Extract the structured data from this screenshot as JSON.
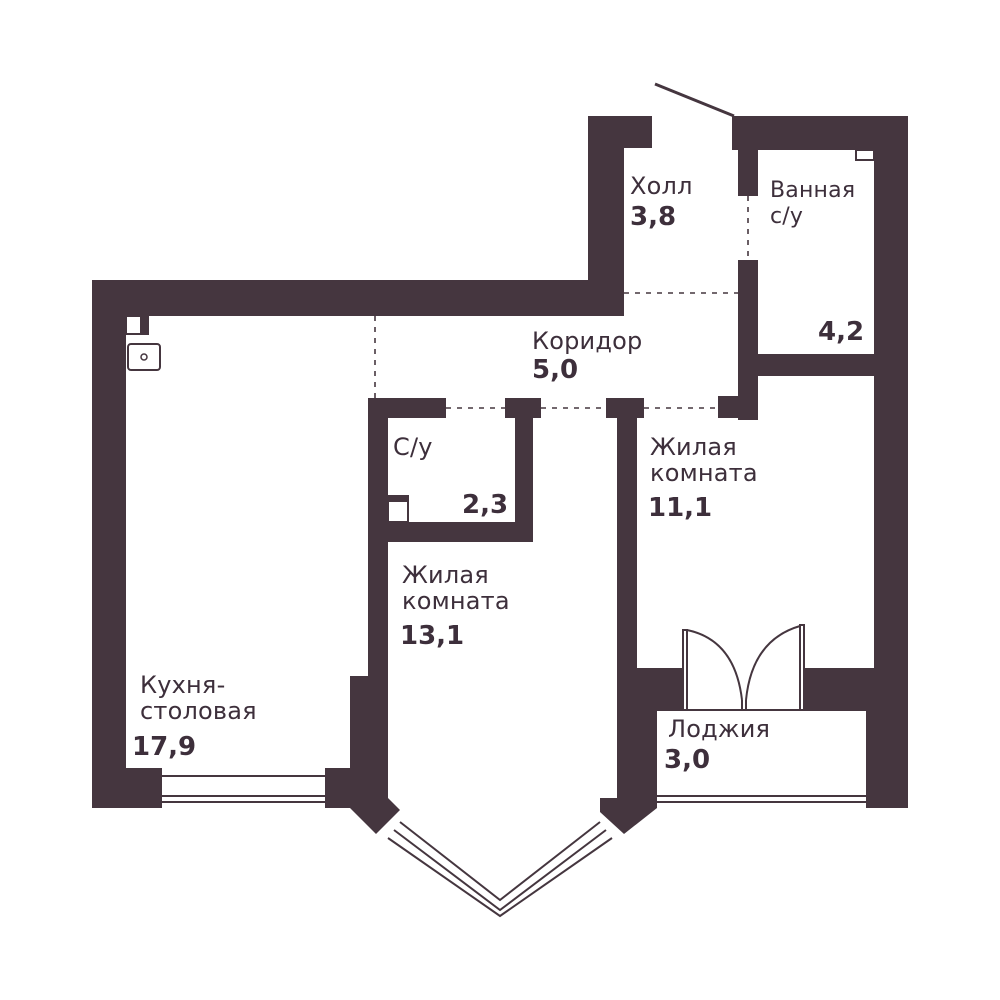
{
  "rooms": {
    "hall": {
      "name": "Холл",
      "area": "3,8"
    },
    "bathroom": {
      "name": "Ванная\nс/у",
      "area": "4,2"
    },
    "corridor": {
      "name": "Коридор",
      "area": "5,0"
    },
    "wc": {
      "name": "С/у",
      "area": "2,3"
    },
    "living_right": {
      "name": "Жилая\nкомната",
      "area": "11,1"
    },
    "living_center": {
      "name": "Жилая\nкомната",
      "area": "13,1"
    },
    "kitchen": {
      "name": "Кухня-\nстоловая",
      "area": "17,9"
    },
    "loggia": {
      "name": "Лоджия",
      "area": "3,0"
    }
  },
  "colors": {
    "wall": "#45363f",
    "background": "#ffffff"
  }
}
